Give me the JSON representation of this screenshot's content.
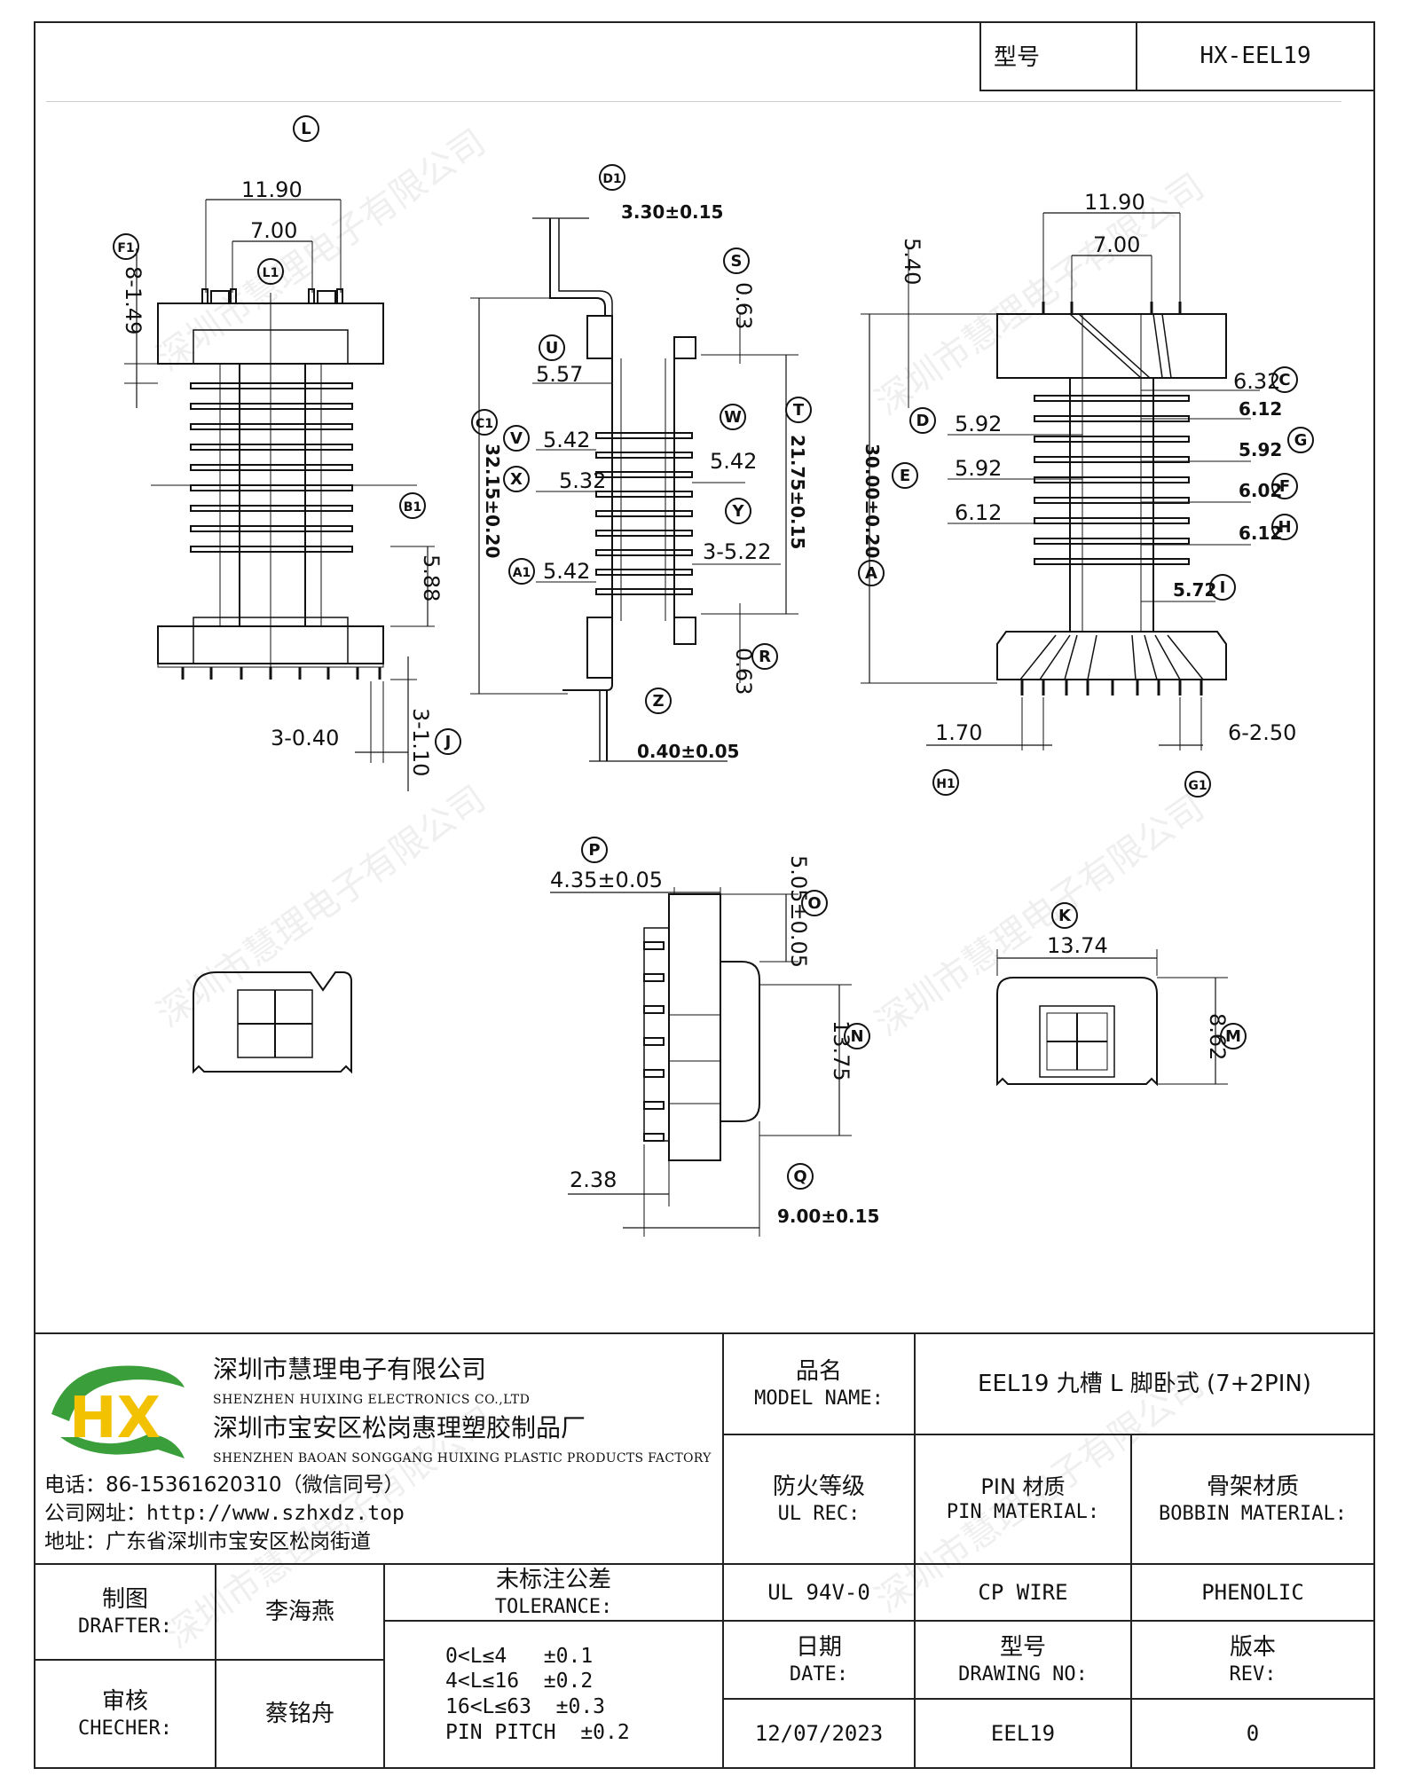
{
  "header": {
    "type_label": "型号",
    "model": "HX-EEL19"
  },
  "watermark": "深圳市慧理电子有限公司",
  "dims": {
    "d11_90": "11.90",
    "d7_00": "7.00",
    "d8_149": "8-1.49",
    "d5_88": "5.88",
    "d3_040": "3-0.40",
    "d3_110": "3-1.10",
    "d3_30": "3.30±0.15",
    "d0_63a": "0.63",
    "d5_57": "5.57",
    "d5_42a": "5.42",
    "d5_32": "5.32",
    "d5_42b": "5.42",
    "d3_522": "3-5.22",
    "d5_42c": "5.42",
    "d21_75": "21.75±0.15",
    "d32_15": "32.15±0.20",
    "d0_63b": "0.63",
    "d0_40": "0.40±0.05",
    "d11_90b": "11.90",
    "d7_00b": "7.00",
    "d5_40": "5.40",
    "d6_32": "6.32",
    "d6_12a": "6.12",
    "d5_92a": "5.92",
    "d5_92b": "5.92",
    "d5_92c": "5.92",
    "d6_02": "6.02",
    "d6_12b": "6.12",
    "d6_12c": "6.12",
    "d5_72": "5.72",
    "d30_00": "30.00±0.20",
    "d1_70": "1.70",
    "d6_250": "6-2.50",
    "d4_35": "4.35±0.05",
    "d5_05": "5.05±0.05",
    "d13_75": "13.75",
    "d2_38": "2.38",
    "d9_00": "9.00±0.15",
    "d13_74": "13.74",
    "d8_62": "8.62"
  },
  "labels": {
    "L": "L",
    "F1": "F1",
    "L1": "L1",
    "B1": "B1",
    "J": "J",
    "D1": "D1",
    "S": "S",
    "U": "U",
    "V": "V",
    "X": "X",
    "W": "W",
    "T": "T",
    "Y": "Y",
    "A1": "A1",
    "C1": "C1",
    "R": "R",
    "Z": "Z",
    "C": "C",
    "D": "D",
    "E": "E",
    "G": "G",
    "F": "F",
    "H": "H",
    "A": "A",
    "I": "I",
    "H1": "H1",
    "G1": "G1",
    "P": "P",
    "O": "O",
    "N": "N",
    "Q": "Q",
    "K": "K",
    "M": "M"
  },
  "company": {
    "logo_letters": "HX",
    "name_cn": "深圳市慧理电子有限公司",
    "name_en": "SHENZHEN HUIXING ELECTRONICS CO.,LTD",
    "factory_cn": "深圳市宝安区松岗惠理塑胶制品厂",
    "factory_en": "SHENZHEN BAOAN SONGGANG HUIXING PLASTIC PRODUCTS FACTORY",
    "phone": "电话：86-15361620310（微信同号）",
    "website": "公司网址：http://www.szhxdz.top",
    "address": "地址：广东省深圳市宝安区松岗街道"
  },
  "title_block": {
    "model_name_cn": "品名",
    "model_name_en": "MODEL NAME:",
    "model_name_value": "EEL19 九槽 L 脚卧式 (7+2PIN)",
    "ul_cn": "防火等级",
    "ul_en": "UL REC:",
    "pin_cn": "PIN 材质",
    "pin_en": "PIN MATERIAL:",
    "bobbin_cn": "骨架材质",
    "bobbin_en": "BOBBIN MATERIAL:",
    "drafter_cn": "制图",
    "drafter_en": "DRAFTER:",
    "drafter_name": "李海燕",
    "tolerance_cn": "未标注公差",
    "tolerance_en": "TOLERANCE:",
    "ul_value": "UL 94V-0",
    "pin_value": "CP WIRE",
    "bobbin_value": "PHENOLIC",
    "checker_cn": "审核",
    "checker_en": "CHECHER:",
    "checker_name": "蔡铭舟",
    "tol1": "0<L≤4   ±0.1",
    "tol2": "4<L≤16  ±0.2",
    "tol3": "16<L≤63  ±0.3",
    "tol4": "PIN PITCH  ±0.2",
    "date_cn": "日期",
    "date_en": "DATE:",
    "drawing_cn": "型号",
    "drawing_en": "DRAWING NO:",
    "rev_cn": "版本",
    "rev_en": "REV:",
    "date_value": "12/07/2023",
    "drawing_value": "EEL19",
    "rev_value": "0"
  }
}
